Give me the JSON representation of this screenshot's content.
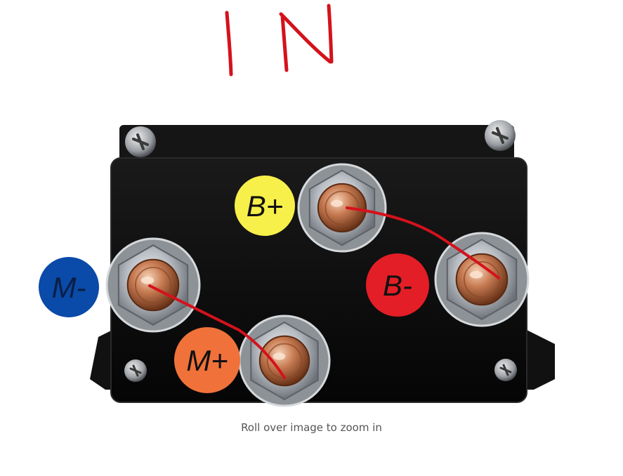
{
  "annotation": {
    "handwritten_text": "IN",
    "ink_color": "#d4121c"
  },
  "product_image": {
    "alt": "winch contactor / solenoid with four copper terminals",
    "terminals": [
      {
        "label": "B+",
        "badge_color": "#f7f04a",
        "text_color": "#111111"
      },
      {
        "label": "B-",
        "badge_color": "#e41e26",
        "text_color": "#111111"
      },
      {
        "label": "M-",
        "badge_color": "#0a4aa8",
        "text_color": "#0b1f44"
      },
      {
        "label": "M+",
        "badge_color": "#f0723a",
        "text_color": "#111111"
      }
    ],
    "wire_color": "#d4121c"
  },
  "zoom_hint": "Roll over image to zoom in",
  "colors": {
    "housing": "#0d0d0d",
    "housing_edge": "#2a2a2a",
    "nut": "#b9bec4",
    "copper": "#c77b52"
  }
}
